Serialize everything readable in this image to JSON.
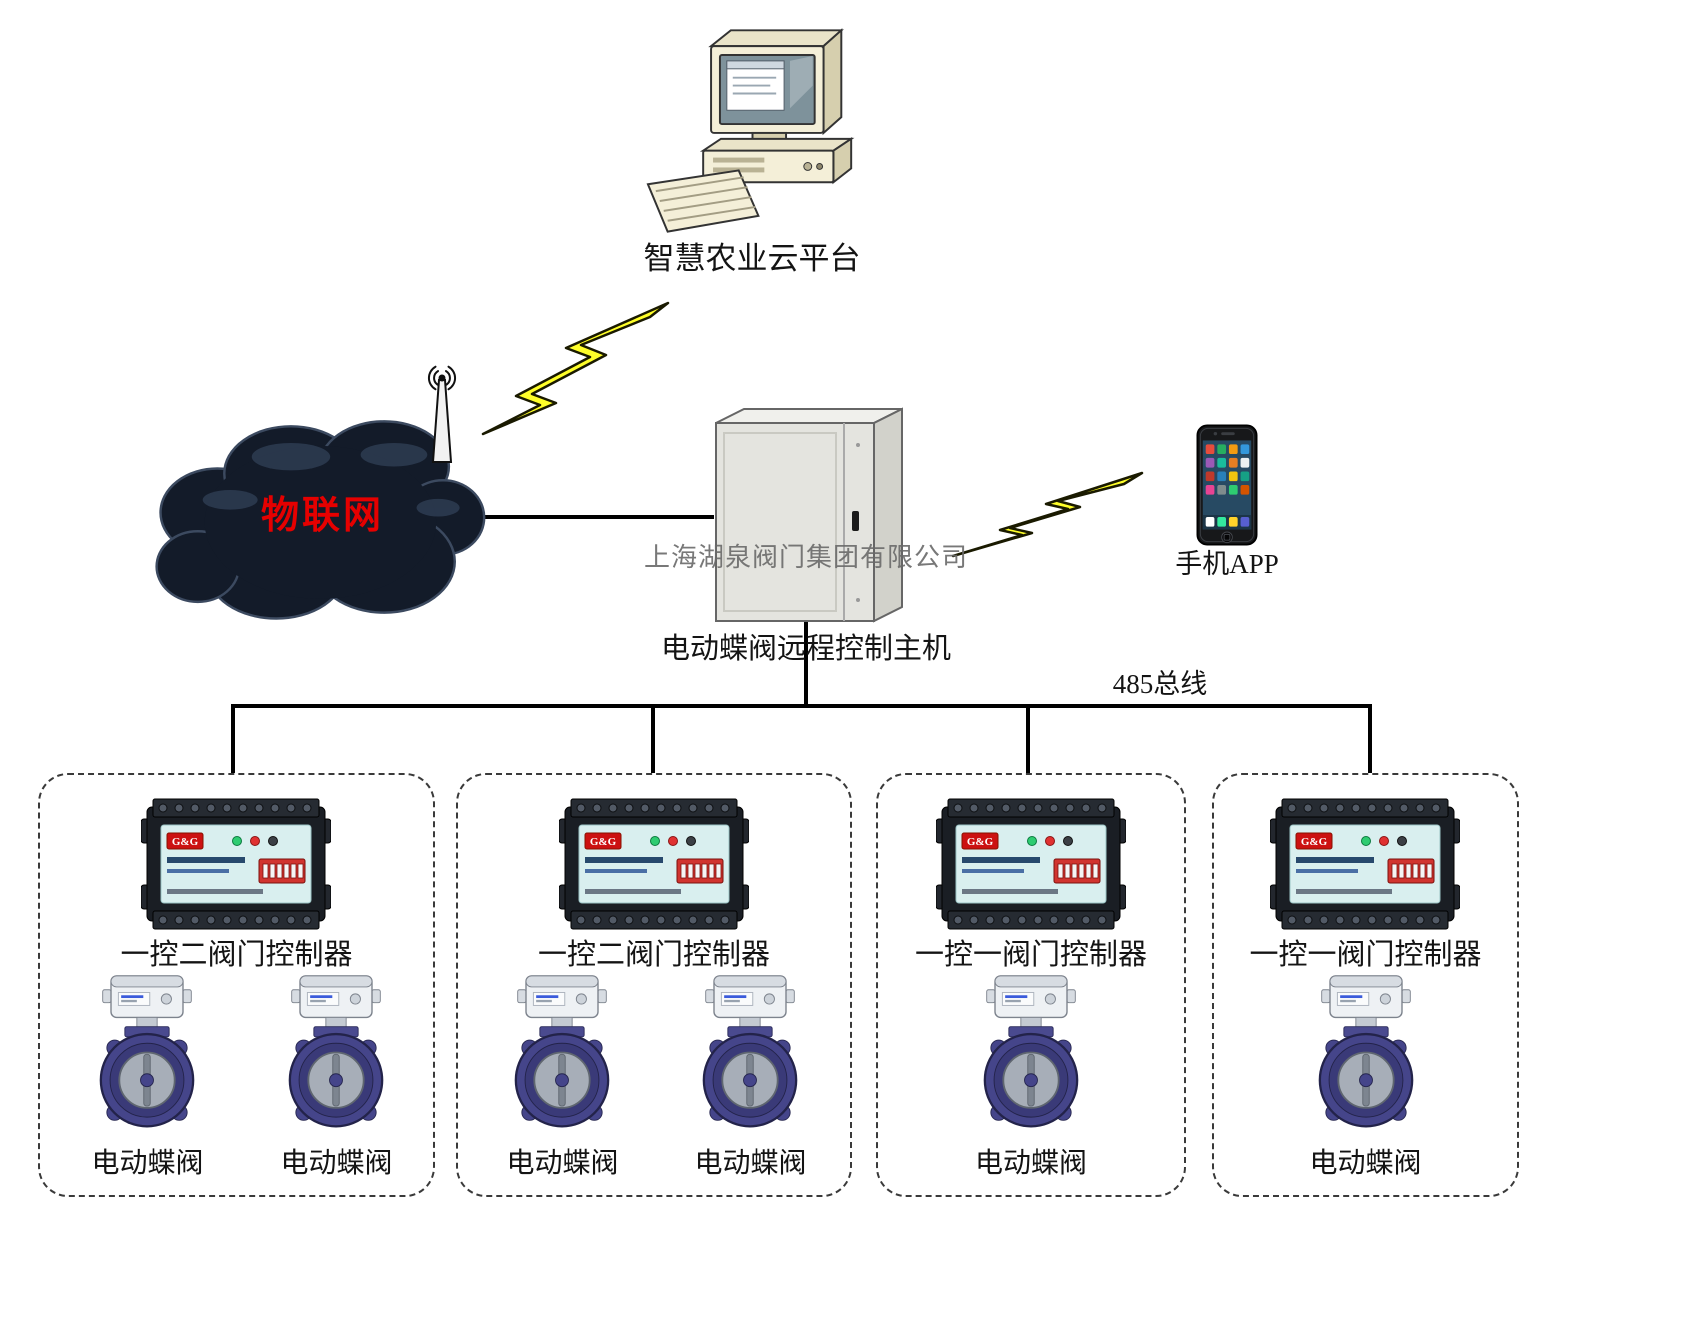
{
  "title": "智慧农业云平台",
  "cloud": {
    "label": "物联网"
  },
  "host": {
    "watermark": "上海湖泉阀门集团有限公司",
    "label": "电动蝶阀远程控制主机"
  },
  "phone": {
    "label": "手机APP"
  },
  "bus": {
    "label": "485总线"
  },
  "controller_brand": "G&G",
  "groups": [
    {
      "controller_label": "一控二阀门控制器",
      "valve_labels": [
        "电动蝶阀",
        "电动蝶阀"
      ]
    },
    {
      "controller_label": "一控二阀门控制器",
      "valve_labels": [
        "电动蝶阀",
        "电动蝶阀"
      ]
    },
    {
      "controller_label": "一控一阀门控制器",
      "valve_labels": [
        "电动蝶阀"
      ]
    },
    {
      "controller_label": "一控一阀门控制器",
      "valve_labels": [
        "电动蝶阀"
      ]
    }
  ],
  "colors": {
    "lightning": "#ffff29",
    "cloud": "#131b29",
    "cloud_label": "#e60000",
    "valve_body": "#45458a",
    "controller_panel": "#d9efef",
    "dip_switch": "#d1342f",
    "cabinet": "#e4e4df"
  }
}
